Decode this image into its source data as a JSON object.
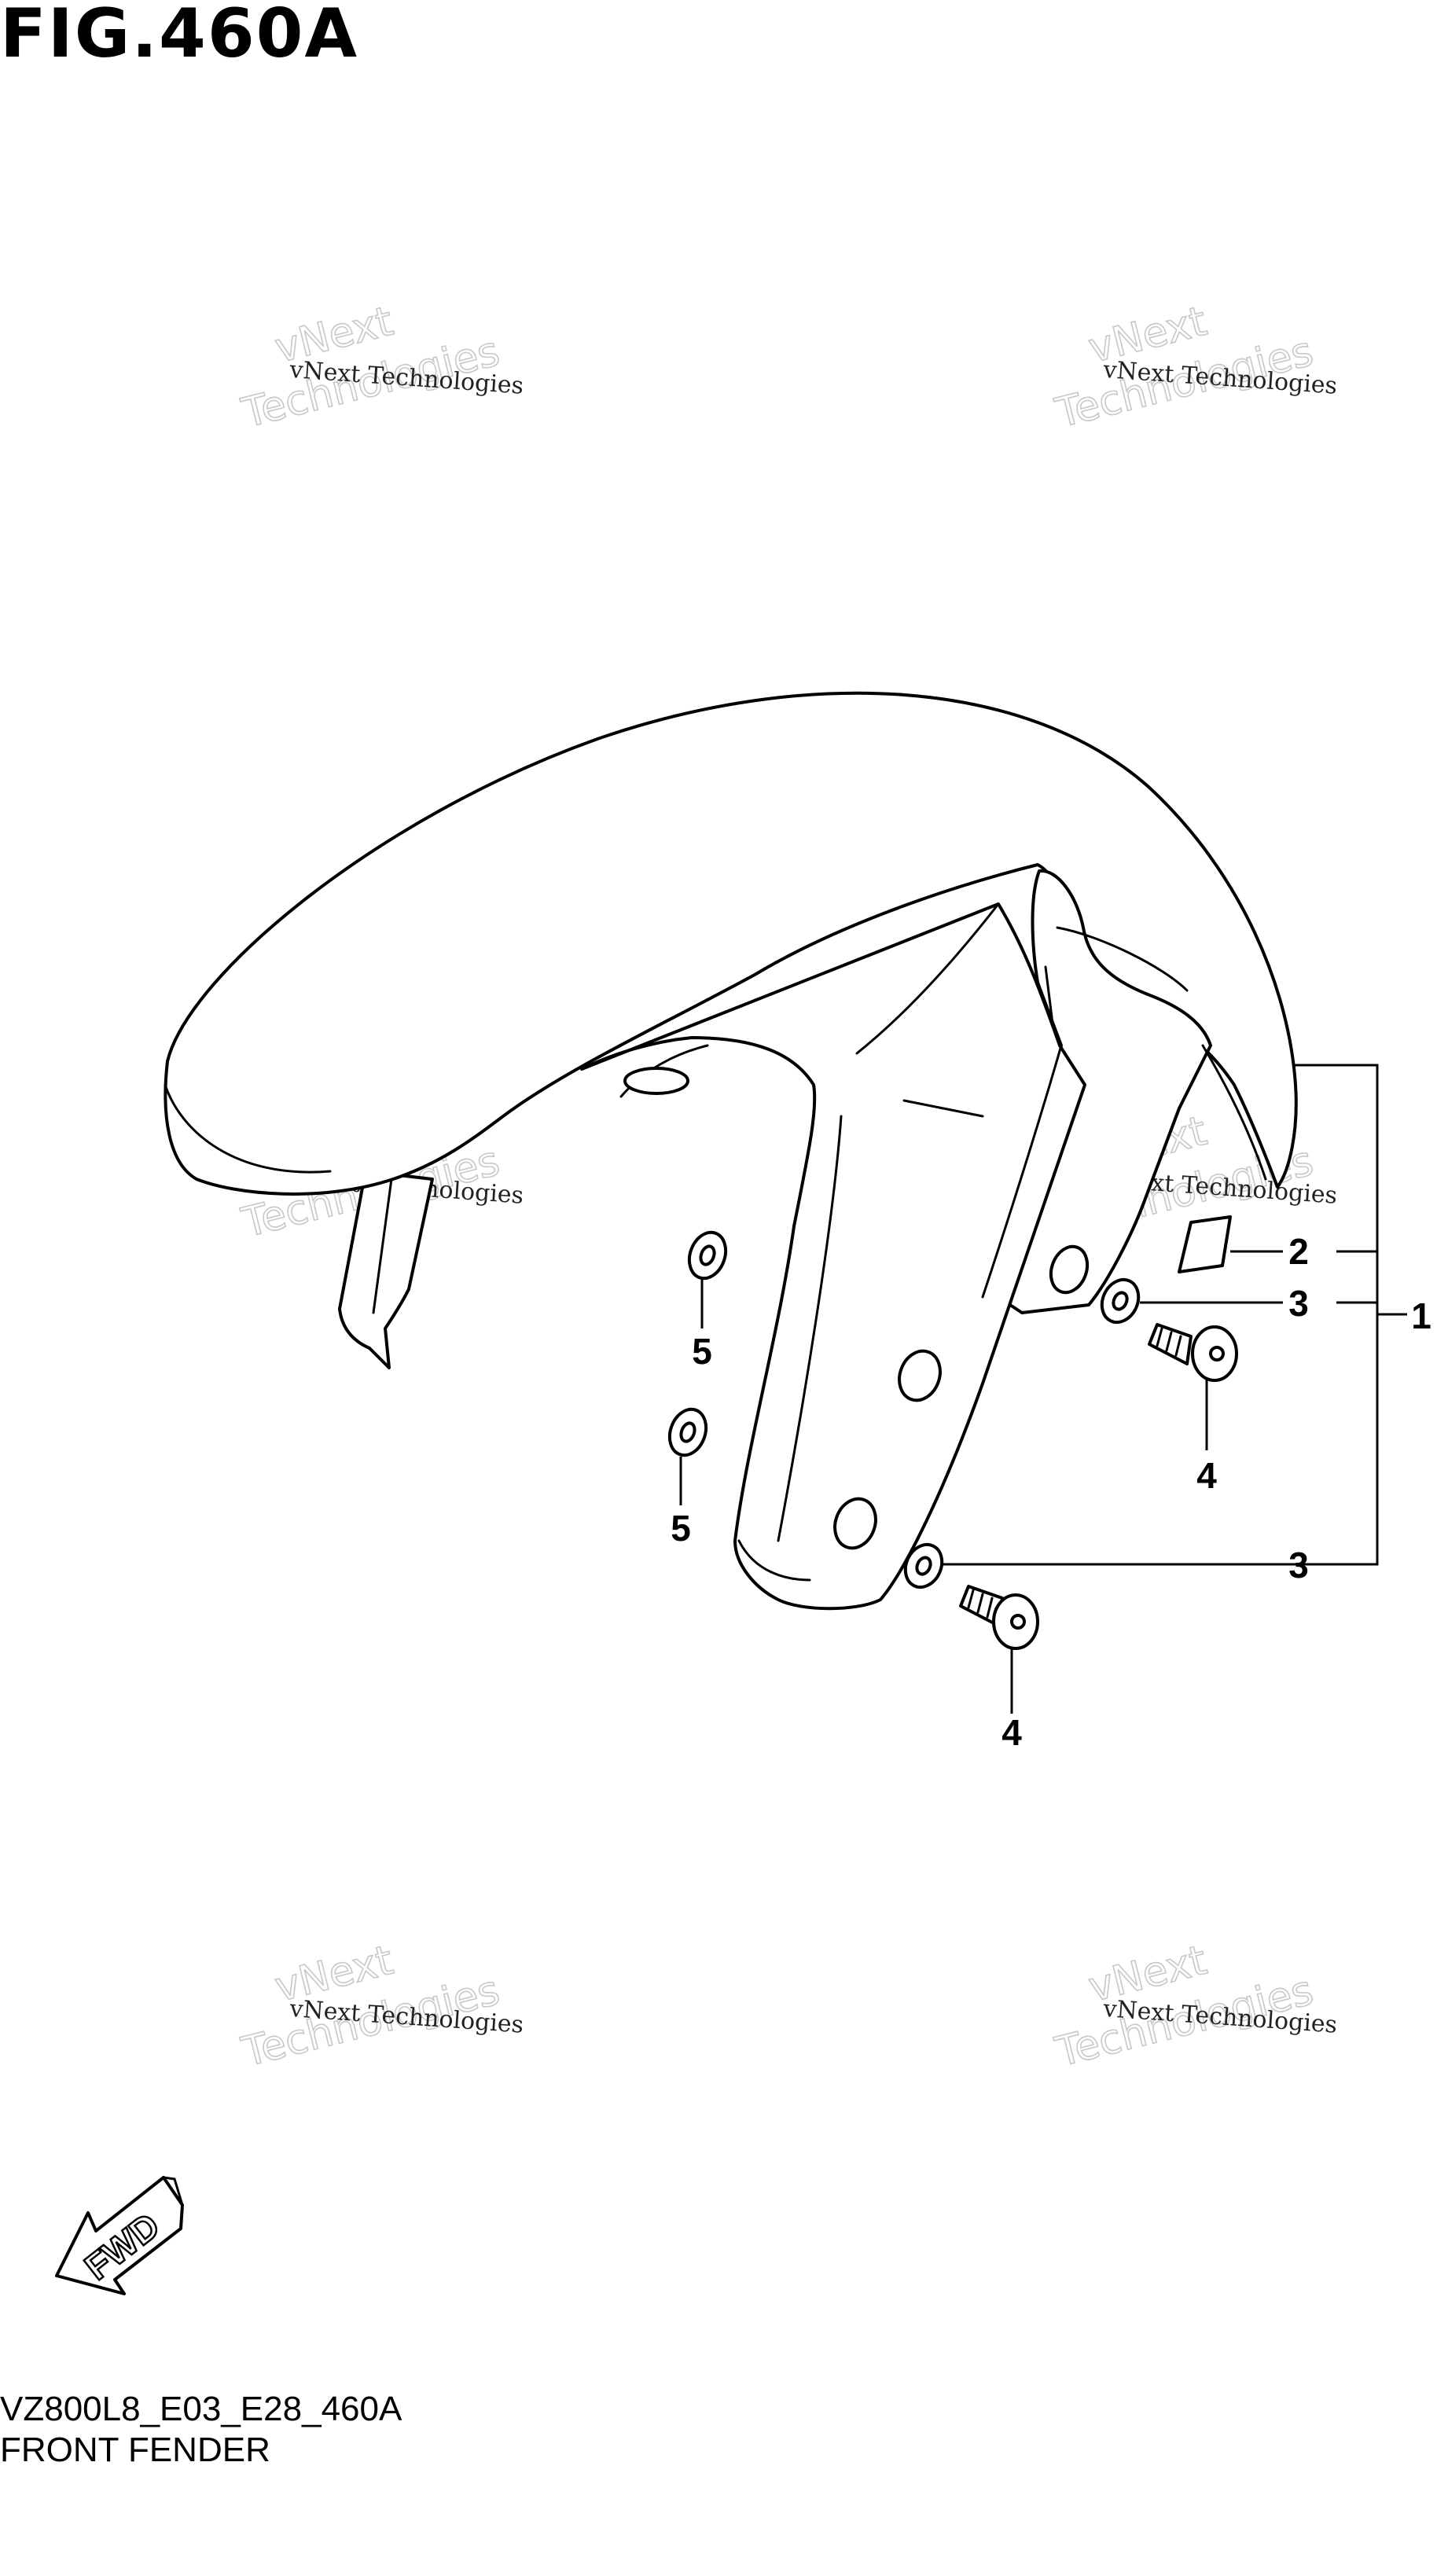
{
  "figure_title": "FIG.460A",
  "diagram_code": "VZ800L8_E03_E28_460A",
  "diagram_name": "FRONT FENDER",
  "fwd_label": "FWD",
  "watermark": {
    "small_text": "vNext Technologies",
    "big_line1": "vNext",
    "big_line2": "Technologies"
  },
  "callouts": {
    "c1": "1",
    "c2": "2",
    "c3_upper": "3",
    "c3_lower": "3",
    "c4_upper": "4",
    "c4_lower": "4",
    "c5_upper": "5",
    "c5_lower": "5"
  }
}
